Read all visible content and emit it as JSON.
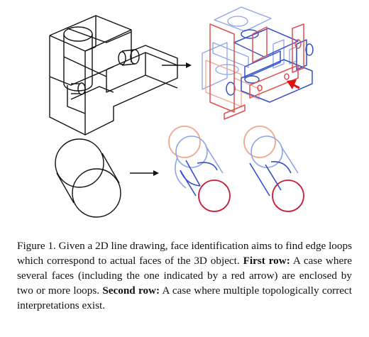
{
  "caption": {
    "lead": "Figure 1.  Given a 2D line drawing, face identification aims to find edge loops which correspond to actual faces of the 3D object.",
    "row1_label": "First row:",
    "row1_text": " A case where several faces (including the one indicated by a red arrow) are enclosed by two or more loops. ",
    "row2_label": "Second row:",
    "row2_text": " A case where multiple topologically correct interpretations exist."
  },
  "colors": {
    "line": "#111111",
    "face_red": "#e05050",
    "face_blue": "#3550c8",
    "face_light_blue": "#8fa6e6",
    "face_light_red": "#f0a890",
    "arrow_red": "#e01010",
    "circle_dark_red": "#c81e3c"
  }
}
